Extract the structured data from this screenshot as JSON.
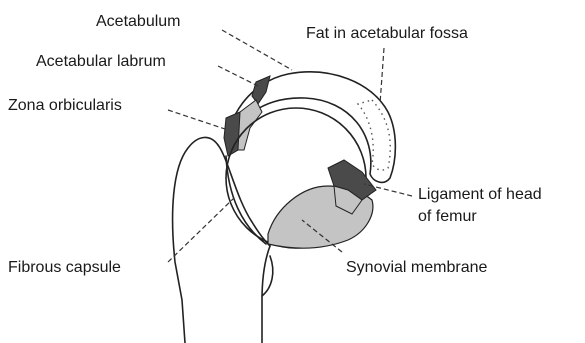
{
  "labels": {
    "acetabulum": "Acetabulum",
    "acetabular_labrum": "Acetabular labrum",
    "zona_orbicularis": "Zona orbicularis",
    "fat_in_acetabular_fossa": "Fat in acetabular fossa",
    "ligament_of_head_line1": "Ligament of head",
    "ligament_of_head_line2": "of femur",
    "fibrous_capsule": "Fibrous capsule",
    "synovial_membrane": "Synovial membrane"
  },
  "colors": {
    "background": "#ffffff",
    "line": "#222222",
    "dark_tissue": "#4a4a4a",
    "gray_tissue": "#c4c4c4"
  }
}
